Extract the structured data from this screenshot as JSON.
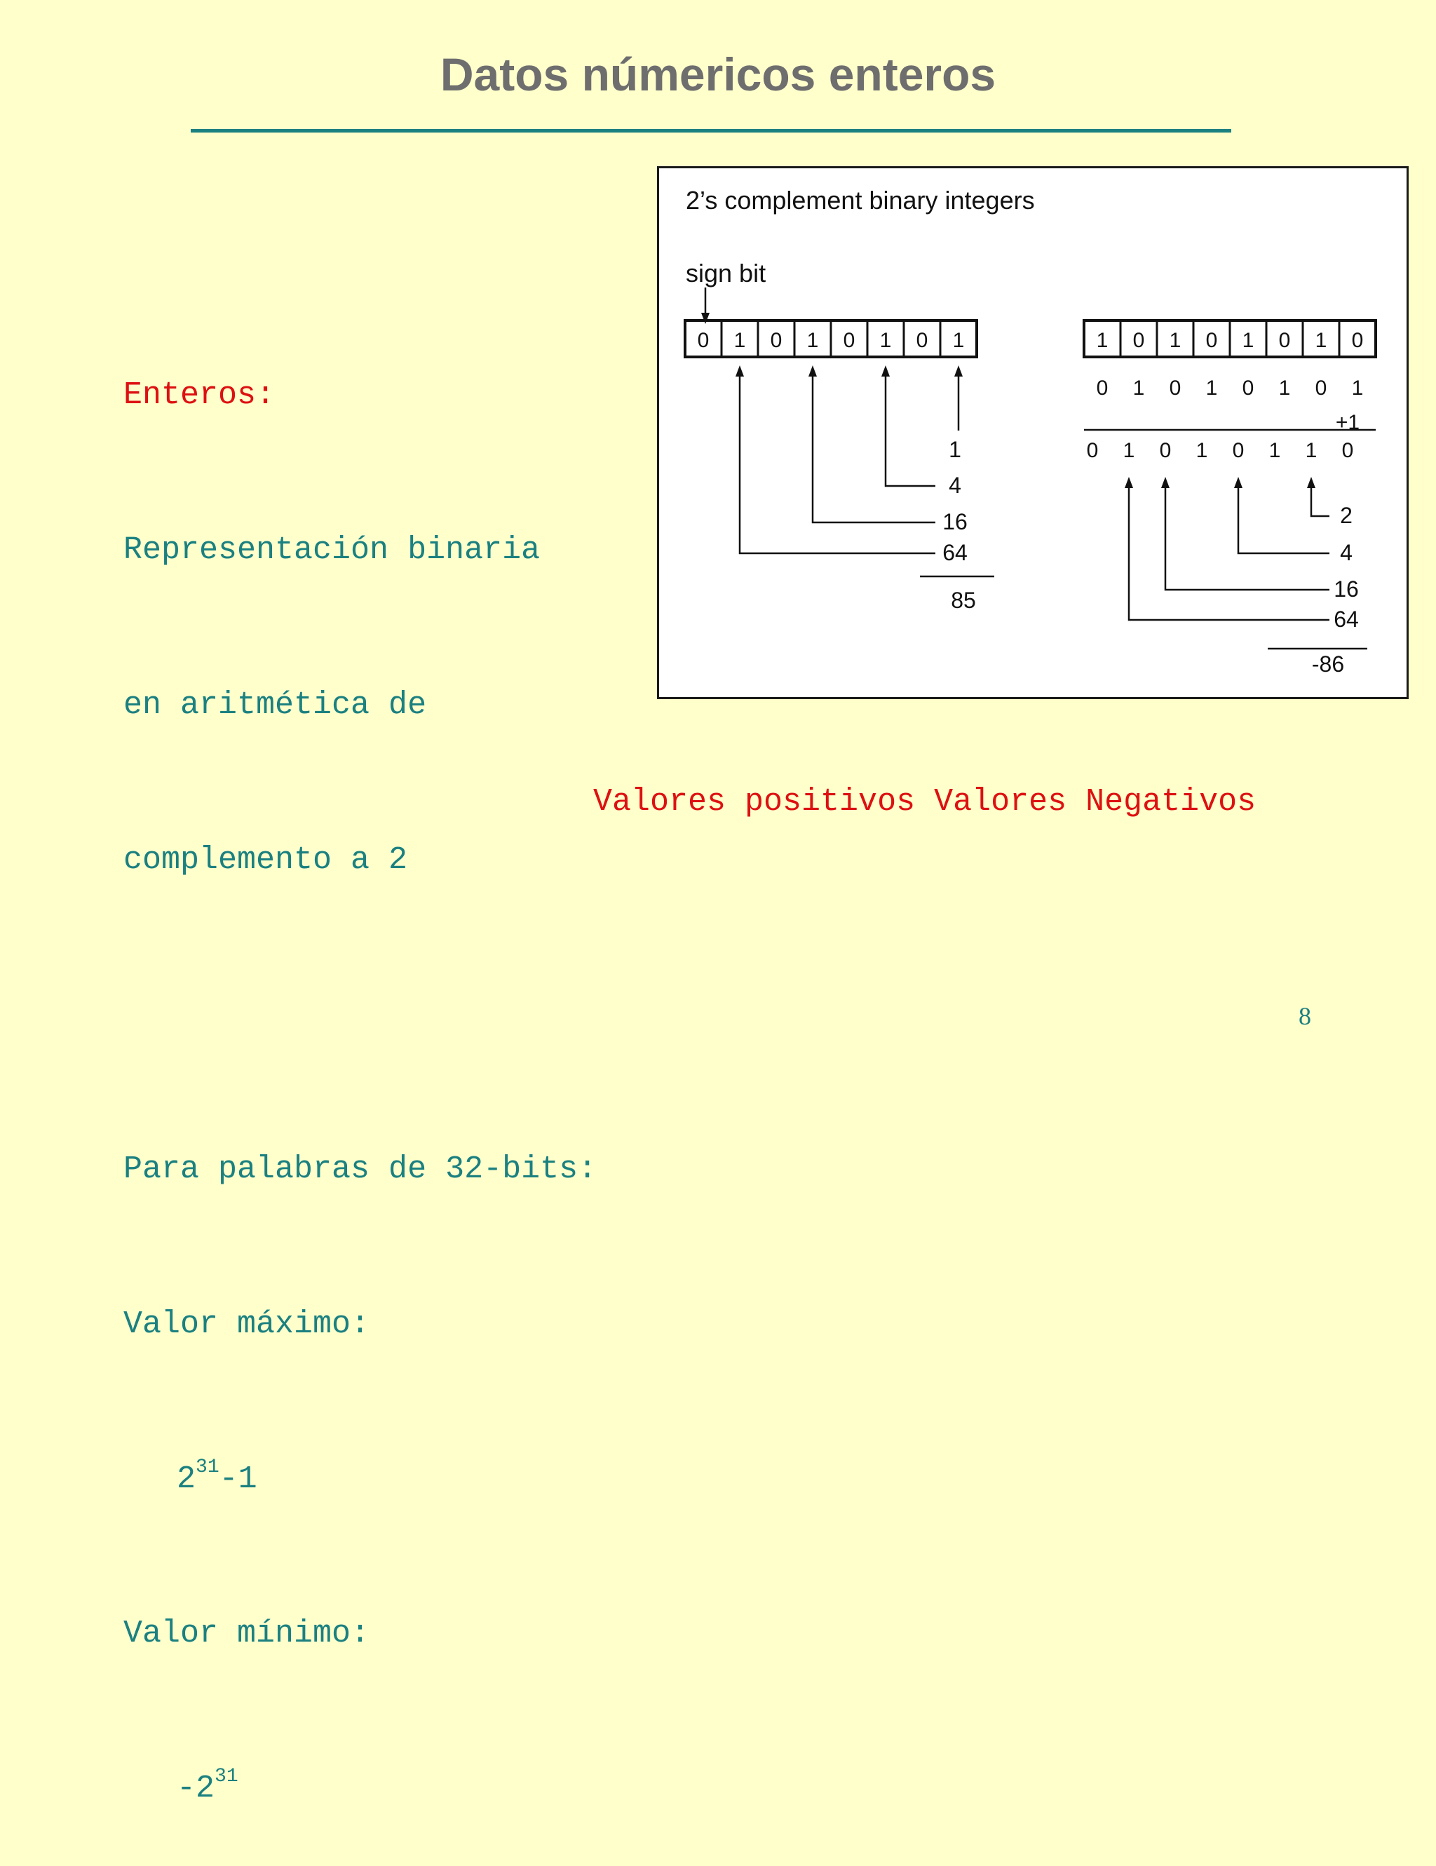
{
  "slide": {
    "title": "Datos númericos enteros",
    "heading": "Enteros:",
    "lines": [
      "Representación binaria",
      "en aritmética de",
      "complemento a 2"
    ],
    "words_heading": "Para palabras de 32-bits:",
    "max_label": "Valor máximo:",
    "max_base": "2",
    "max_exp": "31",
    "max_suffix": "-1",
    "min_label": "Valor mínimo:",
    "min_base": "-2",
    "min_exp": "31",
    "caption_positive": "Valores positivos",
    "caption_negative": "Valores Negativos",
    "page_number": "8"
  },
  "figure": {
    "title": "2’s complement binary integers",
    "sign_bit_label": "sign bit",
    "positive": {
      "bits": [
        "0",
        "1",
        "0",
        "1",
        "0",
        "1",
        "0",
        "1"
      ],
      "weights": [
        "1",
        "4",
        "16",
        "64"
      ],
      "sum": "85"
    },
    "negative": {
      "bits": [
        "1",
        "0",
        "1",
        "0",
        "1",
        "0",
        "1",
        "0"
      ],
      "inverted": [
        "0",
        "1",
        "0",
        "1",
        "0",
        "1",
        "0",
        "1"
      ],
      "plus_one": "+1",
      "result": [
        "0",
        "1",
        "0",
        "1",
        "0",
        "1",
        "1",
        "0"
      ],
      "weights": [
        "2",
        "4",
        "16",
        "64"
      ],
      "sum": "-86"
    }
  },
  "colors": {
    "background": "#FFFFCC",
    "title": "#6E6E6E",
    "teal": "#1B8080",
    "red": "#DD1111"
  }
}
